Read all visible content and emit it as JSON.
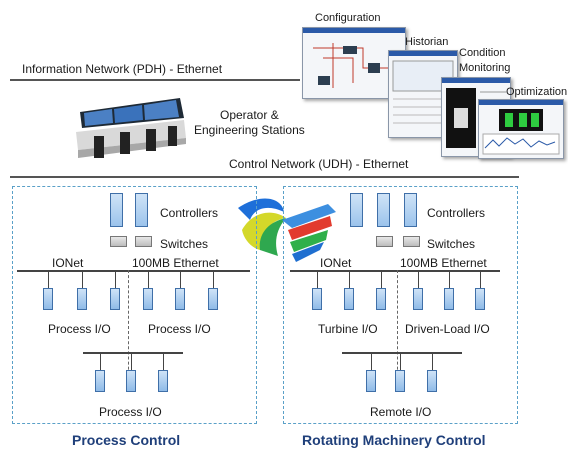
{
  "top": {
    "info_network": "Information Network (PDH) - Ethernet",
    "operator_line1": "Operator &",
    "operator_line2": "Engineering Stations",
    "control_network": "Control Network (UDH)  - Ethernet"
  },
  "screenshots": {
    "configuration": "Configuration",
    "historian": "Historian",
    "condition": "Condition",
    "monitoring": "Monitoring",
    "optimization": "Optimization"
  },
  "left_panel": {
    "controllers": "Controllers",
    "switches": "Switches",
    "ionet": "IONet",
    "ethernet": "100MB Ethernet",
    "io_left": "Process I/O",
    "io_right": "Process I/O",
    "io_bottom": "Process I/O",
    "title": "Process Control"
  },
  "right_panel": {
    "controllers": "Controllers",
    "switches": "Switches",
    "ionet": "IONet",
    "ethernet": "100MB Ethernet",
    "io_left": "Turbine I/O",
    "io_right": "Driven-Load I/O",
    "io_bottom": "Remote I/O",
    "title": "Rotating Machinery Control"
  },
  "colors": {
    "accent_blue": "#1f3f7a",
    "panel_border": "#5aa0c8",
    "device_fill": "#9cc4ec"
  }
}
